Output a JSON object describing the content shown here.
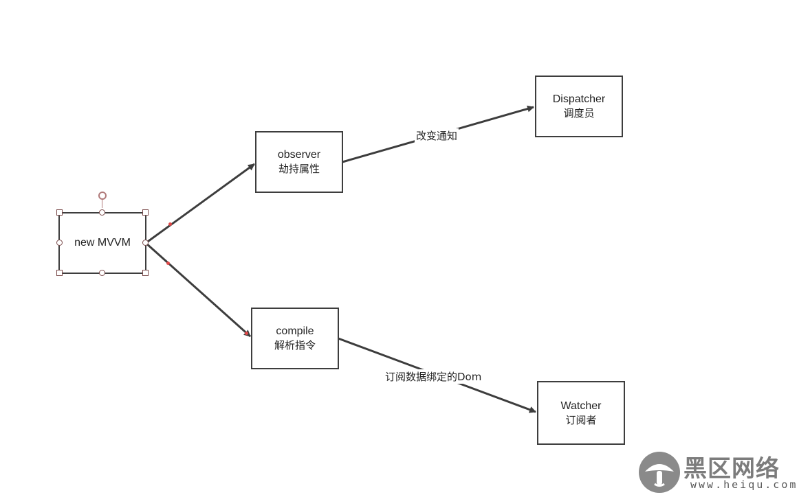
{
  "nodes": {
    "mvvm": {
      "label": "new MVVM"
    },
    "observer": {
      "label": "observer",
      "sublabel": "劫持属性"
    },
    "dispatcher": {
      "label": "Dispatcher",
      "sublabel": "调度员"
    },
    "compile": {
      "label": "compile",
      "sublabel": "解析指令"
    },
    "watcher": {
      "label": "Watcher",
      "sublabel": "订阅者"
    }
  },
  "edges": {
    "observer_dispatcher": {
      "label": "改变通知"
    },
    "compile_watcher": {
      "label": "订阅数据绑定的Dom"
    }
  },
  "colors": {
    "stroke": "#3d3d3d",
    "handle_border": "#7a4a4a",
    "connection_dot": "#e04848"
  },
  "watermark": {
    "name": "黑区网络",
    "url": "www.heiqu.com"
  }
}
